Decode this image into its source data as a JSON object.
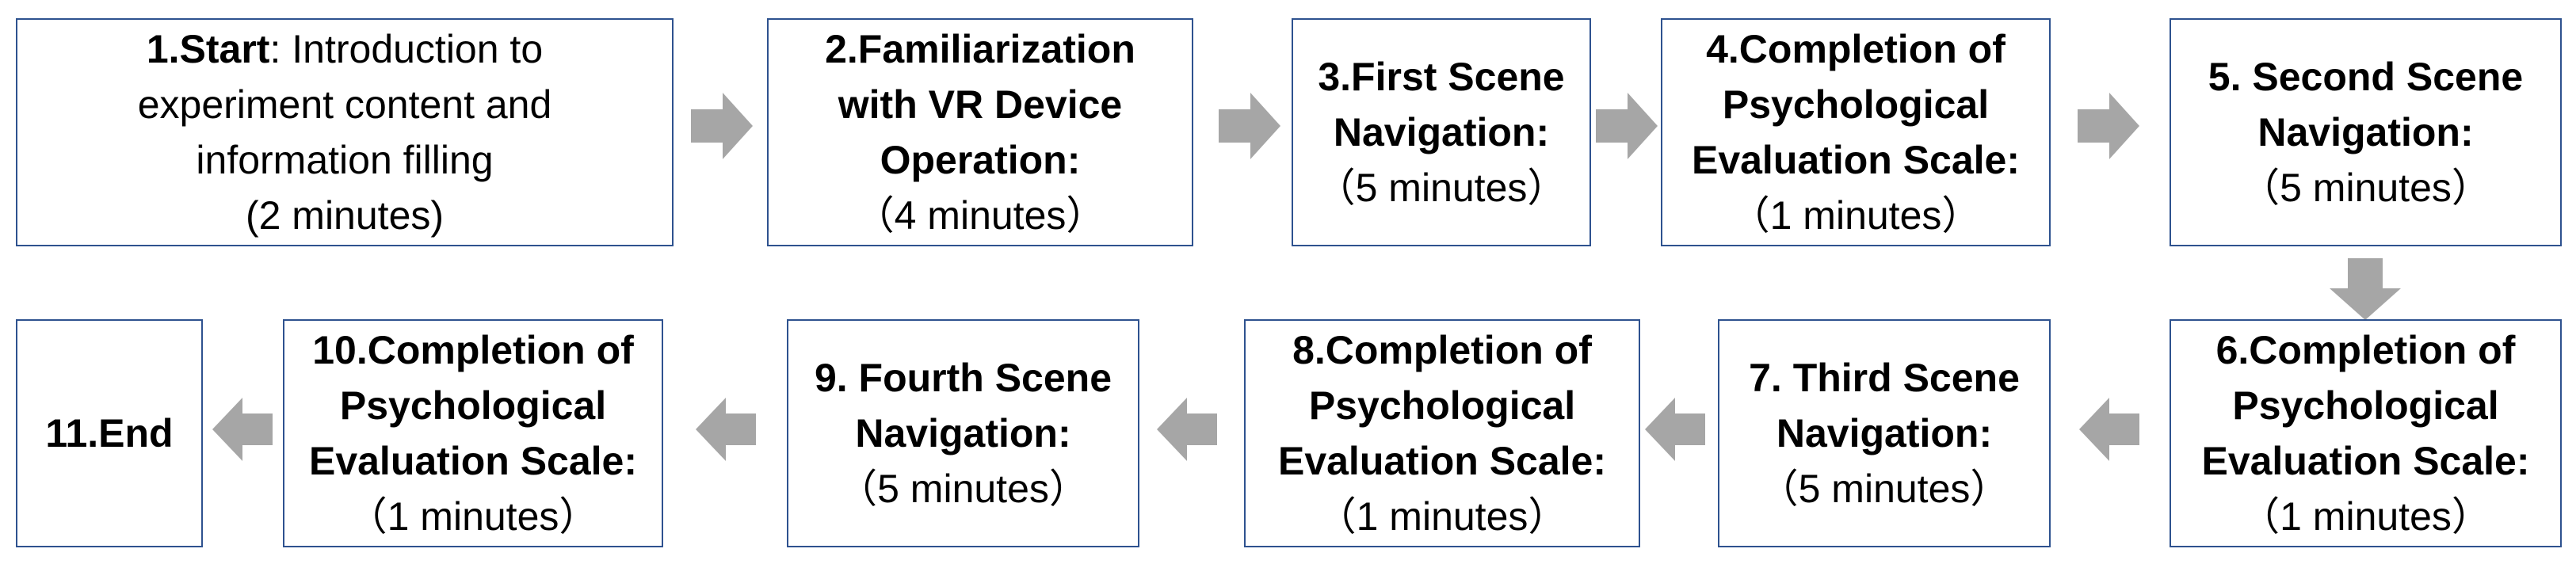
{
  "colors": {
    "box_border": "#2e528f",
    "arrow_fill": "#a6a6a6",
    "background": "#ffffff"
  },
  "steps": {
    "s1": {
      "title": "1.Start",
      "sep": ": ",
      "desc1": "Introduction to",
      "desc2": "experiment content and",
      "desc3": "information filling",
      "duration": "(2 minutes)"
    },
    "s2": {
      "t1": "2.Familiarization",
      "t2": "with VR Device",
      "t3": "Operation:",
      "duration": "（4 minutes）"
    },
    "s3": {
      "t1": "3.First Scene",
      "t2": "Navigation:",
      "duration": "（5 minutes）"
    },
    "s4": {
      "t1": "4.Completion of",
      "t2": "Psychological",
      "t3": "Evaluation Scale:",
      "duration": "（1 minutes）"
    },
    "s5": {
      "t1": "5. Second Scene",
      "t2": "Navigation:",
      "duration": "（5 minutes）"
    },
    "s6": {
      "t1": "6.Completion of",
      "t2": "Psychological",
      "t3": "Evaluation Scale:",
      "duration": "（1 minutes）"
    },
    "s7": {
      "t1": "7. Third Scene",
      "t2": "Navigation:",
      "duration": "（5 minutes）"
    },
    "s8": {
      "t1": "8.Completion of",
      "t2": "Psychological",
      "t3": "Evaluation Scale:",
      "duration": "（1 minutes）"
    },
    "s9": {
      "t1": "9. Fourth Scene",
      "t2": "Navigation:",
      "duration": "（5 minutes）"
    },
    "s10": {
      "t1": "10.Completion of",
      "t2": "Psychological",
      "t3": "Evaluation Scale:",
      "duration": "（1 minutes）"
    },
    "s11": {
      "t1": "11.End"
    }
  }
}
